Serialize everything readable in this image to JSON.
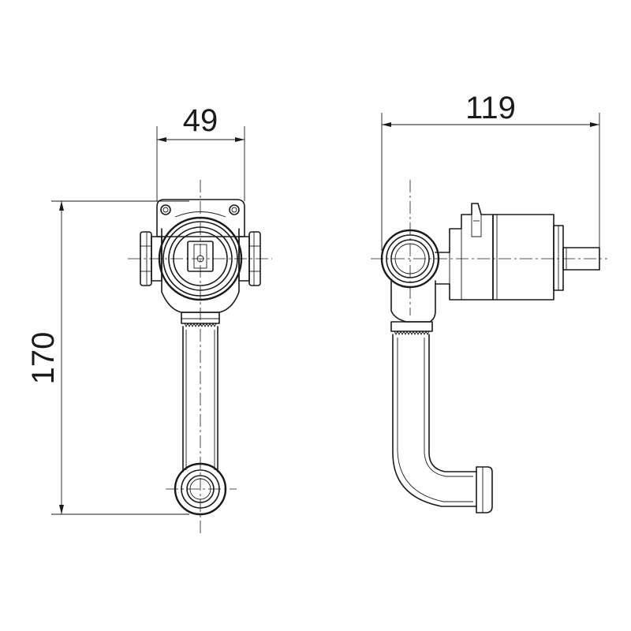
{
  "dimensions": {
    "front_width": "49",
    "front_height": "170",
    "side_depth": "119"
  },
  "colors": {
    "line": "#1a1a1a",
    "background": "#ffffff"
  }
}
